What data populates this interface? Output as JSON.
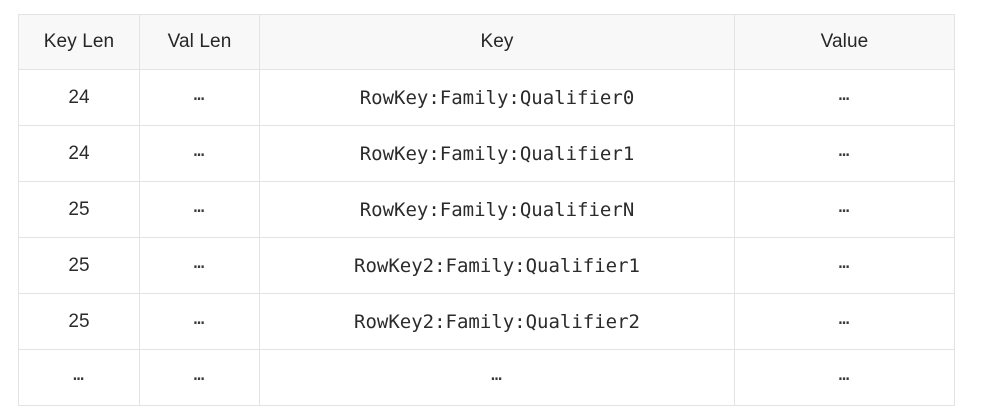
{
  "table": {
    "name": "hfile-keyvalue-table",
    "columns": [
      {
        "key": "key_len",
        "label": "Key Len",
        "align": "center",
        "style": "text"
      },
      {
        "key": "val_len",
        "label": "Val Len",
        "align": "center",
        "style": "text"
      },
      {
        "key": "key",
        "label": "Key",
        "align": "center",
        "style": "mono"
      },
      {
        "key": "value",
        "label": "Value",
        "align": "center",
        "style": "text"
      }
    ],
    "rows": [
      {
        "key_len": "24",
        "val_len": "…",
        "key": "RowKey:Family:Qualifier0",
        "value": "…"
      },
      {
        "key_len": "24",
        "val_len": "…",
        "key": "RowKey:Family:Qualifier1",
        "value": "…"
      },
      {
        "key_len": "25",
        "val_len": "…",
        "key": "RowKey:Family:QualifierN",
        "value": "…"
      },
      {
        "key_len": "25",
        "val_len": "…",
        "key": "RowKey2:Family:Qualifier1",
        "value": "…"
      },
      {
        "key_len": "25",
        "val_len": "…",
        "key": "RowKey2:Family:Qualifier2",
        "value": "…"
      },
      {
        "key_len": "…",
        "val_len": "…",
        "key": "…",
        "value": "…"
      }
    ]
  },
  "colors": {
    "header_background": "#f8f8f8",
    "border": "#e3e3e3",
    "text": "#262626",
    "page_background": "#ffffff"
  }
}
